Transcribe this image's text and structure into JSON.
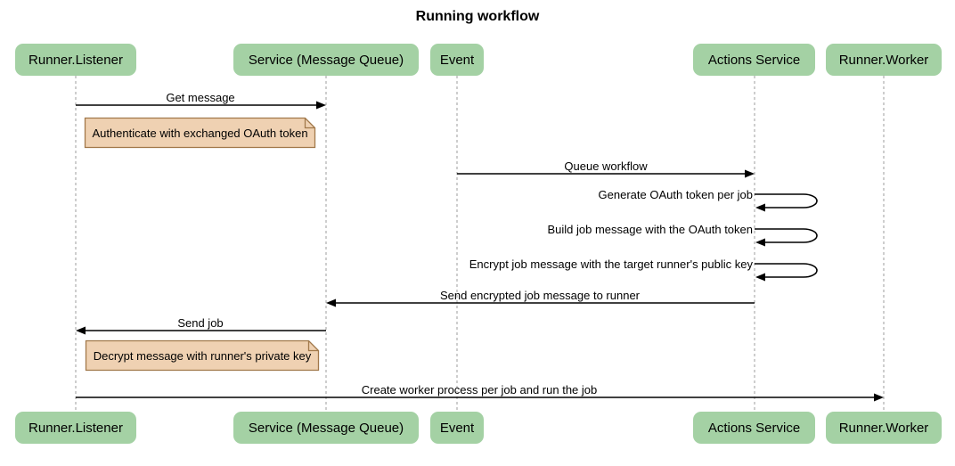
{
  "title": "Running workflow",
  "actors": [
    {
      "id": "runner-listener",
      "name": "Runner.Listener"
    },
    {
      "id": "service-mq",
      "name": "Service (Message Queue)"
    },
    {
      "id": "event",
      "name": "Event"
    },
    {
      "id": "actions-service",
      "name": "Actions Service"
    },
    {
      "id": "runner-worker",
      "name": "Runner.Worker"
    }
  ],
  "messages": [
    {
      "type": "message",
      "from": "Runner.Listener",
      "to": "Service (Message Queue)",
      "label": "Get message"
    },
    {
      "type": "note",
      "over": "Runner.Listener",
      "label": "Authenticate with exchanged OAuth token"
    },
    {
      "type": "message",
      "from": "Event",
      "to": "Actions Service",
      "label": "Queue workflow"
    },
    {
      "type": "self",
      "actor": "Actions Service",
      "label": "Generate OAuth token per job"
    },
    {
      "type": "self",
      "actor": "Actions Service",
      "label": "Build job message with the OAuth token"
    },
    {
      "type": "self",
      "actor": "Actions Service",
      "label": "Encrypt job message with the target runner's public key"
    },
    {
      "type": "message",
      "from": "Actions Service",
      "to": "Service (Message Queue)",
      "label": "Send encrypted job message to runner"
    },
    {
      "type": "message",
      "from": "Service (Message Queue)",
      "to": "Runner.Listener",
      "label": "Send job"
    },
    {
      "type": "note",
      "over": "Runner.Listener",
      "label": "Decrypt message with runner's private key"
    },
    {
      "type": "message",
      "from": "Runner.Listener",
      "to": "Runner.Worker",
      "label": "Create worker process per job and run the job"
    }
  ],
  "colors": {
    "background": "#ffffff",
    "actor_fill": "#a4d1a4",
    "note_fill": "#efd1b2",
    "note_border": "#a1784a",
    "lifeline": "#9e9e9e",
    "arrow": "#000000"
  }
}
